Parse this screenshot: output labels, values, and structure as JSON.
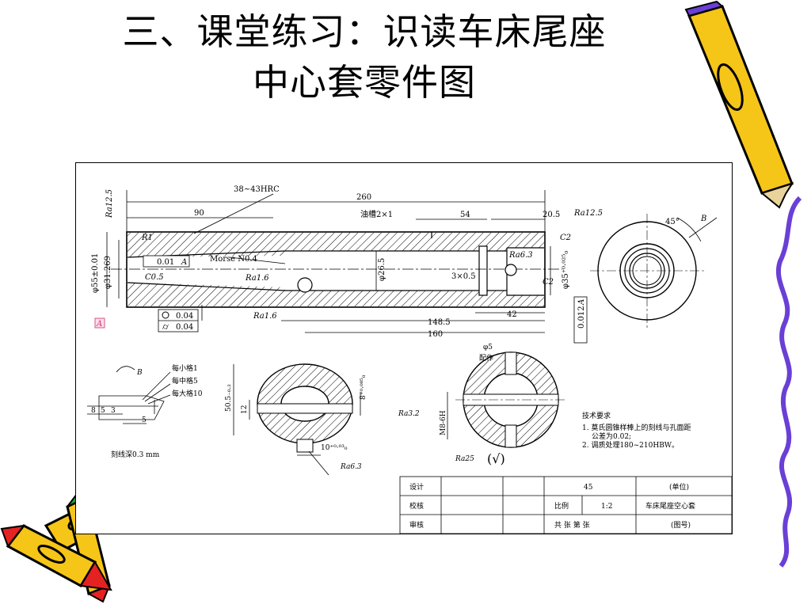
{
  "slide": {
    "title_line1": "三、课堂练习：识读车床尾座",
    "title_line2": "中心套零件图"
  },
  "drawing": {
    "dims": {
      "d38_43hrc": "38~43HRC",
      "d260": "260",
      "d90": "90",
      "d54": "54",
      "d20_5": "20.5",
      "oil_groove": "油槽2×1",
      "ra12_5_a": "Ra12.5",
      "ra12_5_b": "Ra12.5",
      "r1": "R1",
      "c2_top": "C2",
      "c2_mid": "C2",
      "c0_5": "C0.5",
      "tol_a": "0.01",
      "tol_a_datum": "A",
      "morse": "Morse N0.4",
      "ra1_6_a": "Ra1.6",
      "ra1_6_b": "Ra1.6",
      "phi26_5": "φ26.5",
      "phi31_269": "φ31.269",
      "phi55": "φ55±0.01",
      "three_x_05": "3×0.5",
      "ra6_3_a": "Ra6.3",
      "phi35": "φ35⁺⁰·⁰²⁵₀",
      "d42": "42",
      "d148_5": "148.5",
      "d160": "160",
      "circ_val": "0.04",
      "cyl_val": "0.04",
      "datum_a": "A",
      "tol_b": "0.012",
      "tol_b_datum": "A",
      "angle45": "45°",
      "b_label": "B"
    },
    "detail_b": {
      "b": "B",
      "small": "每小格1",
      "mid": "每中格5",
      "large": "每大格10",
      "s8": "8",
      "s5a": "5",
      "s3": "3",
      "s5b": "5",
      "depth": "刻线深0.3 mm"
    },
    "section1": {
      "d50_5": "50.5₋₀.₂",
      "d12": "12",
      "d8": "8⁺⁰·⁰⁸⁵₀",
      "ra3_2": "Ra3.2",
      "d10": "10⁺⁰·⁰³₀",
      "ra6_3": "Ra6.3"
    },
    "section2": {
      "phi5": "φ5",
      "match": "配作",
      "m8": "M8-6H"
    },
    "tech": {
      "heading": "技术要求",
      "line1": "1. 莫氏圆锥样棒上的刻线与孔面距",
      "line2": "公差为0.02;",
      "line3": "2. 调质处理180~210HBW。",
      "ra25": "Ra25",
      "check": "(√)"
    },
    "titleblock": {
      "design": "设计",
      "check": "校核",
      "review": "审核",
      "material": "45",
      "unit": "(单位)",
      "scale_label": "比例",
      "scale_value": "1:2",
      "name": "车床尾座空心套",
      "sheets": "共 张 第 张",
      "drawing_no": "(图号)"
    }
  },
  "colors": {
    "pencil_yellow": "#f5c518",
    "pencil_edge": "#000000",
    "pencil_purple": "#6a3fd6",
    "squiggle": "#6a3fd6",
    "pencil_red": "#e52222",
    "pencil_green": "#1aa13a"
  }
}
